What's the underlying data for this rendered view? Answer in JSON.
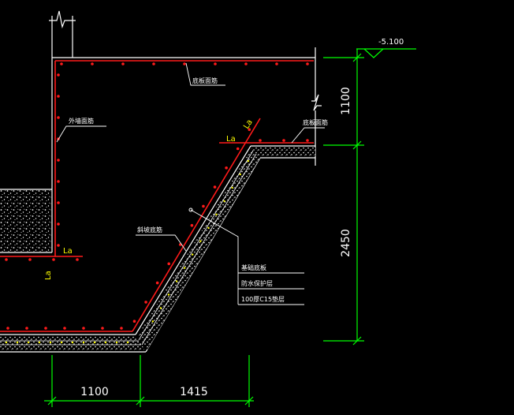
{
  "elevation": {
    "text": "-5.100"
  },
  "dimensions": {
    "vertical_upper": "1100",
    "vertical_lower": "2450",
    "horizontal_left": "1100",
    "horizontal_right": "1415"
  },
  "lap_labels": {
    "top_left": "La",
    "top_right": "La",
    "bottom_h": "La",
    "bottom_v": "La"
  },
  "annotations": {
    "top_rebar": "底板面筋",
    "wall_rebar": "外墙面筋",
    "upper_right_rebar": "底板面筋",
    "slope_rebar": "斜坡底筋"
  },
  "layer_legend": [
    "基础底板",
    "防水保护层",
    "100厚C15垫层"
  ],
  "colors": {
    "background": "#000000",
    "structure": "#ffffff",
    "rebar": "#ff1a1a",
    "dimension": "#00ff00",
    "lap_text": "#ffff00",
    "fill": "#ffffff"
  }
}
